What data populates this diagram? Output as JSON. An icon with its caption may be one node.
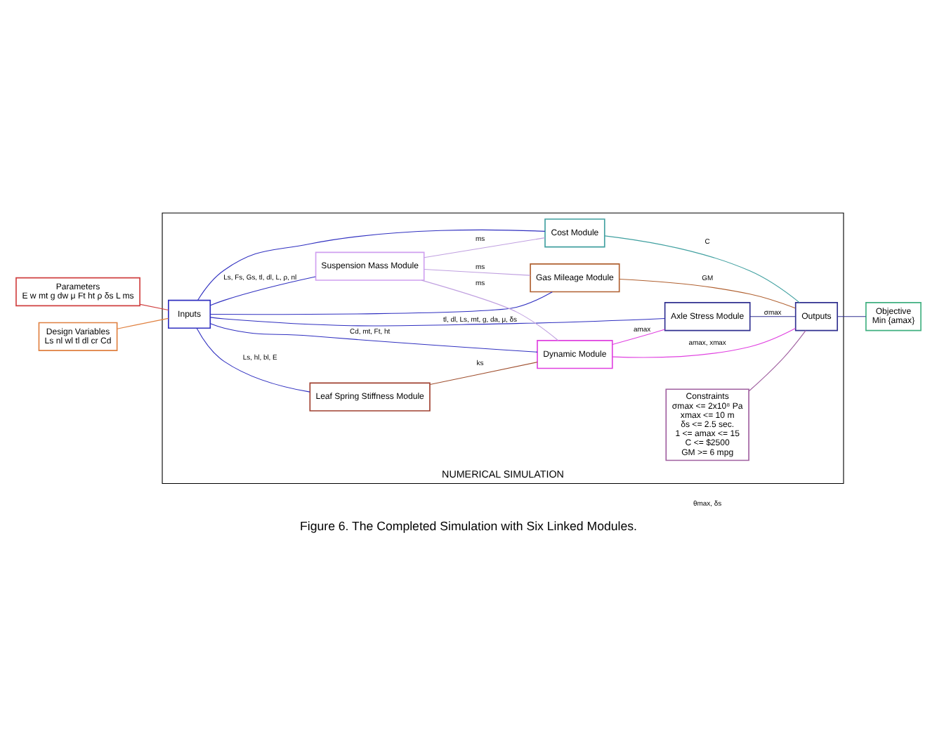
{
  "diagram": {
    "caption": "Figure 6. The Completed Simulation with Six Linked Modules.",
    "nodes": [
      {
        "text": [
          "Parameters",
          "E w mt g dw μ Ft ht ρ δs L ms"
        ]
      },
      {
        "text": [
          "Design Variables",
          "Ls nl wl tl dl cr Cd"
        ]
      },
      {
        "text": [
          "NUMERICAL SIMULATION"
        ]
      },
      {
        "text": [
          "Inputs"
        ],
        "in": 2
      },
      {
        "text": [
          "Leaf Spring Stiffness Module"
        ],
        "in": 2
      },
      {
        "text": [
          "Suspension Mass Module"
        ],
        "in": 2
      },
      {
        "text": [
          "Dynamic Module"
        ],
        "in": 2
      },
      {
        "text": [
          "Axle Stress Module"
        ],
        "in": 2
      },
      {
        "text": [
          "Cost Module"
        ],
        "in": 2
      },
      {
        "text": [
          "Gas Mileage Module"
        ],
        "in": 2
      },
      {
        "text": [
          "Constraints",
          "σmax <= 2x10⁸ Pa",
          "xmax <= 10 m",
          "δs <= 2.5 sec.",
          "1 <= amax <= 15",
          "C <= $2500",
          "GM >= 6 mpg"
        ],
        "in": 2
      },
      {
        "text": [
          "Outputs"
        ],
        "in": 2
      },
      {
        "text": [
          "Objective",
          "Min {amax}"
        ]
      }
    ],
    "edges": [
      {
        "from": 0,
        "to": 3,
        "arrow": "none",
        "color": "#d04040"
      },
      {
        "from": 1,
        "to": 3,
        "arrow": "none",
        "color": "#e08040"
      },
      {
        "from": 3,
        "to": 7,
        "arrow": "none",
        "label": "tl, dl, Ls, mt, g, da, μ, δs"
      },
      {
        "from": 3,
        "to": 4,
        "arrow": "none",
        "label": "Ls, hl, bl, E"
      },
      {
        "from": 3,
        "to": 5,
        "arrow": "none",
        "label": "Ls, Fs, Gs, tl, dl, L, ρ, nl"
      },
      {
        "from": 3,
        "to": 6,
        "arrow": "none",
        "label": "Cd, mt, Ft, ht"
      },
      {
        "from": 3,
        "to": 8,
        "arrow": "none"
      },
      {
        "from": 3,
        "to": 9,
        "arrow": "none"
      },
      {
        "from": 4,
        "to": 6,
        "arrow": "none",
        "label": "ks",
        "color": "#a05030"
      },
      {
        "from": 5,
        "to": 6,
        "arrow": "none",
        "label": "ms",
        "color": "#c0a0e0"
      },
      {
        "from": 5,
        "to": 8,
        "arrow": "none",
        "label": "ms",
        "color": "#c0a0e0"
      },
      {
        "from": 5,
        "to": 9,
        "arrow": "none",
        "label": "ms",
        "color": "#c0a0e0"
      },
      {
        "from": 6,
        "to": 7,
        "arrow": "none",
        "label": "amax",
        "color": "#e040e0"
      },
      {
        "from": 6,
        "to": 11,
        "arrow": "none",
        "label": "amax, xmax",
        "color": "#e040e0"
      },
      {
        "from": 7,
        "to": 11,
        "arrow": "none",
        "label": "σmax",
        "color": "#303090"
      },
      {
        "from": 8,
        "to": 11,
        "arrow": "none",
        "label": "C",
        "color": "#40a0a0"
      },
      {
        "from": 9,
        "to": 11,
        "arrow": "none",
        "label": "GM",
        "color": "#b06030"
      },
      {
        "from": 10,
        "to": 11,
        "arrow": "none",
        "color": "#a060a0"
      },
      {
        "from": 11,
        "to": 12,
        "arrow": "none",
        "color": "#303090"
      }
    ],
    "labels": [
      "θmax, δs"
    ]
  }
}
